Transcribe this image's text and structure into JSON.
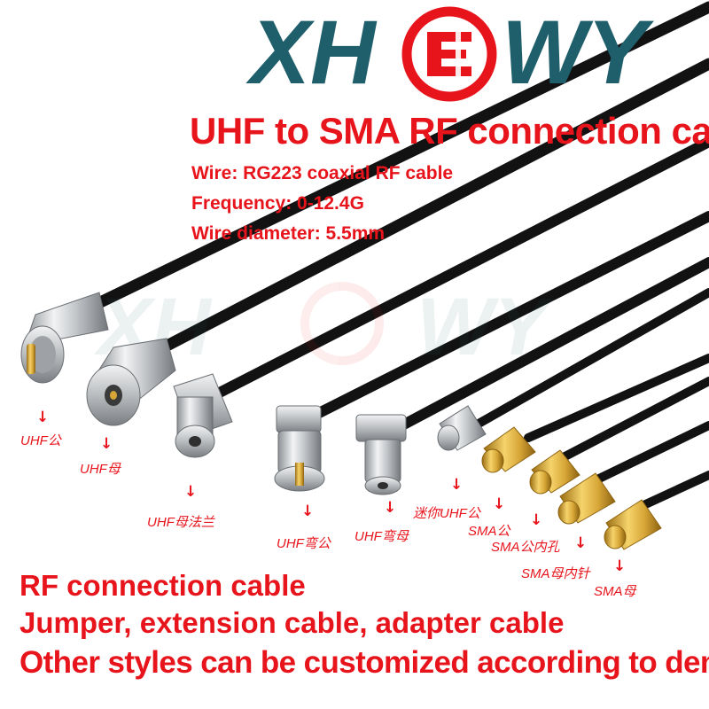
{
  "brand": {
    "logo_left": "XH",
    "logo_right": "WY",
    "logo_mark": "E",
    "colors": {
      "primary": "#1f5f6b",
      "accent": "#e8141c"
    }
  },
  "header": {
    "title": "UHF to SMA RF connection cable",
    "specs": [
      "Wire: RG223 coaxial RF cable",
      "Frequency: 0-12.4G",
      "Wire diameter: 5.5mm"
    ]
  },
  "connectors": [
    {
      "label": "UHF公"
    },
    {
      "label": "UHF母"
    },
    {
      "label": "UHF母法兰"
    },
    {
      "label": "UHF弯公"
    },
    {
      "label": "UHF弯母"
    },
    {
      "label": "迷你UHF公"
    },
    {
      "label": "SMA公"
    },
    {
      "label": "SMA公内孔"
    },
    {
      "label": "SMA母内针"
    },
    {
      "label": "SMA母"
    }
  ],
  "arrow_glyph": "↓",
  "footer": {
    "lines": [
      "RF connection cable",
      "Jumper, extension cable, adapter cable",
      "Other styles can be customized according to demand"
    ]
  }
}
